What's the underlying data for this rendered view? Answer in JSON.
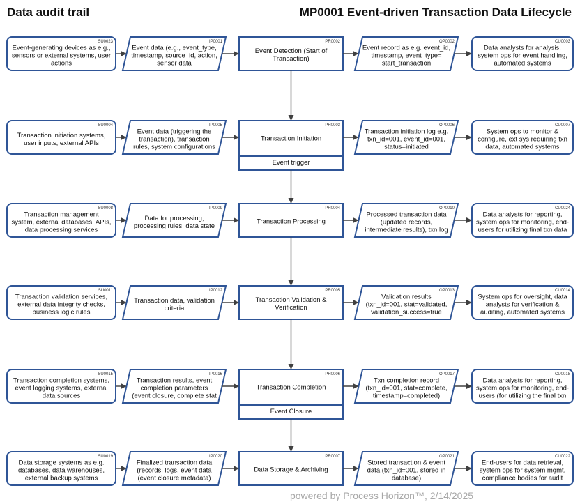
{
  "header": {
    "left_title": "Data audit trail",
    "right_title": "MP0001 Event-driven Transaction Data Lifecycle"
  },
  "footer": "powered by Process Horizon™, 2/14/2025",
  "colors": {
    "border": "#2f5597",
    "arrow": "#404040",
    "text": "#111111"
  },
  "rows": [
    {
      "supplier": {
        "code": "SU0023",
        "lines": [
          "Event-generating devices as e.g.,",
          "sensors or external systems, user",
          "actions"
        ]
      },
      "input": {
        "code": "IP0001",
        "lines": [
          "Event data (e.g., event_type,",
          "timestamp, source_id, action,",
          "sensor data"
        ]
      },
      "process": {
        "code": "PR0002",
        "lines": [
          "Event Detection (Start of",
          "Transaction)"
        ],
        "event": ""
      },
      "output": {
        "code": "OP0002",
        "lines": [
          "Event record as e.g. event_id,",
          "timestamp, event_type=",
          "start_transaction"
        ]
      },
      "customer": {
        "code": "CU0003",
        "lines": [
          "Data analysts for analysis,",
          "system ops for event handling,",
          "automated systems"
        ]
      }
    },
    {
      "supplier": {
        "code": "SU0004",
        "lines": [
          "Transaction initiation systems,",
          "user inputs, external APIs"
        ]
      },
      "input": {
        "code": "IP0005",
        "lines": [
          "Event data (triggering the",
          "transaction), transaction",
          "rules, system configurations"
        ]
      },
      "process": {
        "code": "PR0003",
        "lines": [
          "Transaction Initiation"
        ],
        "event": "Event trigger"
      },
      "output": {
        "code": "OP0006",
        "lines": [
          "Transaction initiation log e.g.",
          "txn_id=001, event_id=001,",
          "status=initiated"
        ]
      },
      "customer": {
        "code": "CU0007",
        "lines": [
          "System ops to monitor &",
          "configure, ext sys requiring txn",
          "data, automated systems"
        ]
      }
    },
    {
      "supplier": {
        "code": "SU0008",
        "lines": [
          "Transaction management",
          "system, external databases, APIs,",
          "data processing services"
        ]
      },
      "input": {
        "code": "IP0009",
        "lines": [
          "Data for processing,",
          "processing rules, data state"
        ]
      },
      "process": {
        "code": "PR0004",
        "lines": [
          "Transaction Processing"
        ],
        "event": ""
      },
      "output": {
        "code": "OP0010",
        "lines": [
          "Processed transaction data",
          "(updated records,",
          "intermediate results), txn log"
        ]
      },
      "customer": {
        "code": "CU0024",
        "lines": [
          "Data analysts for reporting,",
          "system ops for monitoring, end-",
          "users for utilizing final txn data"
        ]
      }
    },
    {
      "supplier": {
        "code": "SU0011",
        "lines": [
          "Transaction validation services,",
          "external data integrity checks,",
          "business logic rules"
        ]
      },
      "input": {
        "code": "IP0012",
        "lines": [
          "Transaction data, validation",
          "criteria"
        ]
      },
      "process": {
        "code": "PR0005",
        "lines": [
          "Transaction Validation &",
          "Verification"
        ],
        "event": ""
      },
      "output": {
        "code": "OP0013",
        "lines": [
          "Validation results",
          "(txn_id=001, stat=validated,",
          "validation_success=true"
        ]
      },
      "customer": {
        "code": "CU0014",
        "lines": [
          "System ops for oversight, data",
          "analysts for verification &",
          "auditing, automated systems"
        ]
      }
    },
    {
      "supplier": {
        "code": "SU0015",
        "lines": [
          "Transaction completion systems,",
          "event logging systems, external",
          "data sources"
        ]
      },
      "input": {
        "code": "IP0016",
        "lines": [
          "Transaction results, event",
          "completion parameters",
          "(event closure, complete stat"
        ]
      },
      "process": {
        "code": "PR0006",
        "lines": [
          "Transaction Completion"
        ],
        "event": "Event Closure"
      },
      "output": {
        "code": "OP0017",
        "lines": [
          "Txn completion record",
          "(txn_id=001, stat=complete,",
          "timestamp=completed)"
        ]
      },
      "customer": {
        "code": "CU0018",
        "lines": [
          "Data analysts for reporting,",
          "system ops for monitoring, end-",
          "users (for utilizing the final txn"
        ]
      }
    },
    {
      "supplier": {
        "code": "SU0019",
        "lines": [
          "Data storage systems as e.g.",
          "databases, data warehouses,",
          "external backup systems"
        ]
      },
      "input": {
        "code": "IP0020",
        "lines": [
          "Finalized transaction data",
          "(records, logs, event data",
          "(event closure metadata)"
        ]
      },
      "process": {
        "code": "PR0007",
        "lines": [
          "Data Storage & Archiving"
        ],
        "event": ""
      },
      "output": {
        "code": "OP0021",
        "lines": [
          "Stored transaction & event",
          "data (txn_id=001, stored in",
          "database)"
        ]
      },
      "customer": {
        "code": "CU0022",
        "lines": [
          "End-users for data retrieval,",
          "system ops for system mgmt,",
          "compliance bodies for audit"
        ]
      }
    }
  ]
}
